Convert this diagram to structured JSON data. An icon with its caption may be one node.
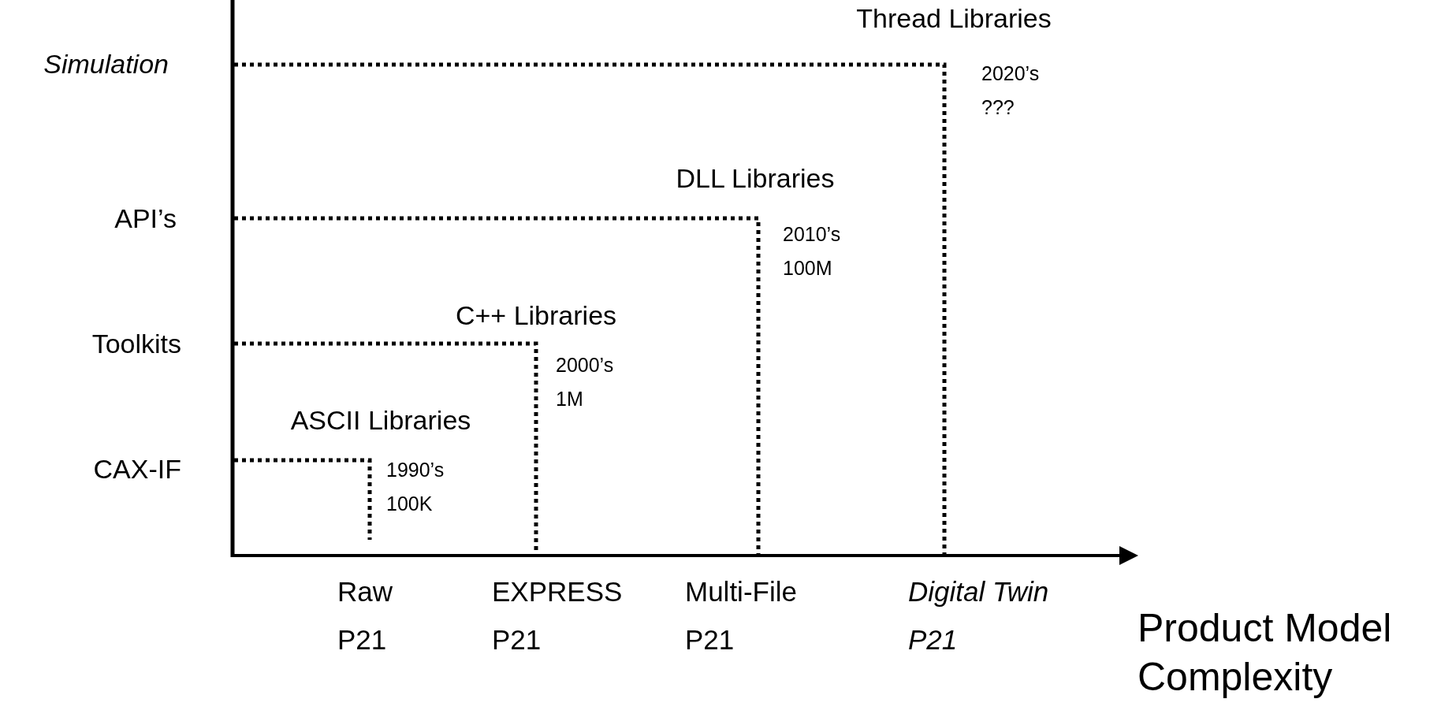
{
  "diagram": {
    "labels": [
      "Thread Libraries",
      "Simulation",
      "2020’s ???",
      "DLL Libraries",
      "API’s",
      "2010’s 100M",
      "C++ Libraries",
      "Toolkits",
      "2000’s 1M",
      "ASCII Libraries",
      "CAX-IF",
      "1990’s 100K",
      "Raw P21",
      "EXPRESS P21",
      "Multi-File P21",
      "Digital Twin P21",
      "Product Model Complexity"
    ]
  }
}
